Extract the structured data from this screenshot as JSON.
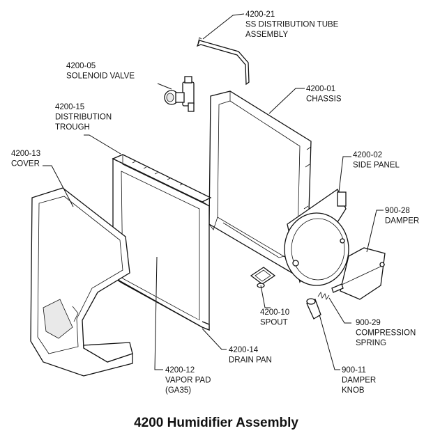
{
  "diagram": {
    "title": "4200 Humidifier Assembly",
    "parts": [
      {
        "id": "4200-21",
        "lines": [
          "4200-21",
          "SS DISTRIBUTION TUBE",
          "ASSEMBLY"
        ]
      },
      {
        "id": "4200-05",
        "lines": [
          "4200-05",
          "SOLENOID VALVE"
        ]
      },
      {
        "id": "4200-01",
        "lines": [
          "4200-01",
          "CHASSIS"
        ]
      },
      {
        "id": "4200-15",
        "lines": [
          "4200-15",
          "DISTRIBUTION",
          "TROUGH"
        ]
      },
      {
        "id": "4200-13",
        "lines": [
          "4200-13",
          "COVER"
        ]
      },
      {
        "id": "4200-02",
        "lines": [
          "4200-02",
          "SIDE PANEL"
        ]
      },
      {
        "id": "900-28",
        "lines": [
          "900-28",
          "DAMPER"
        ]
      },
      {
        "id": "4200-10",
        "lines": [
          "4200-10",
          "SPOUT"
        ]
      },
      {
        "id": "900-29",
        "lines": [
          "900-29",
          "COMPRESSION",
          "SPRING"
        ]
      },
      {
        "id": "4200-14",
        "lines": [
          "4200-14",
          "DRAIN PAN"
        ]
      },
      {
        "id": "4200-12",
        "lines": [
          "4200-12",
          "VAPOR PAD",
          "(GA35)"
        ]
      },
      {
        "id": "900-11",
        "lines": [
          "900-11",
          "DAMPER",
          "KNOB"
        ]
      }
    ]
  }
}
